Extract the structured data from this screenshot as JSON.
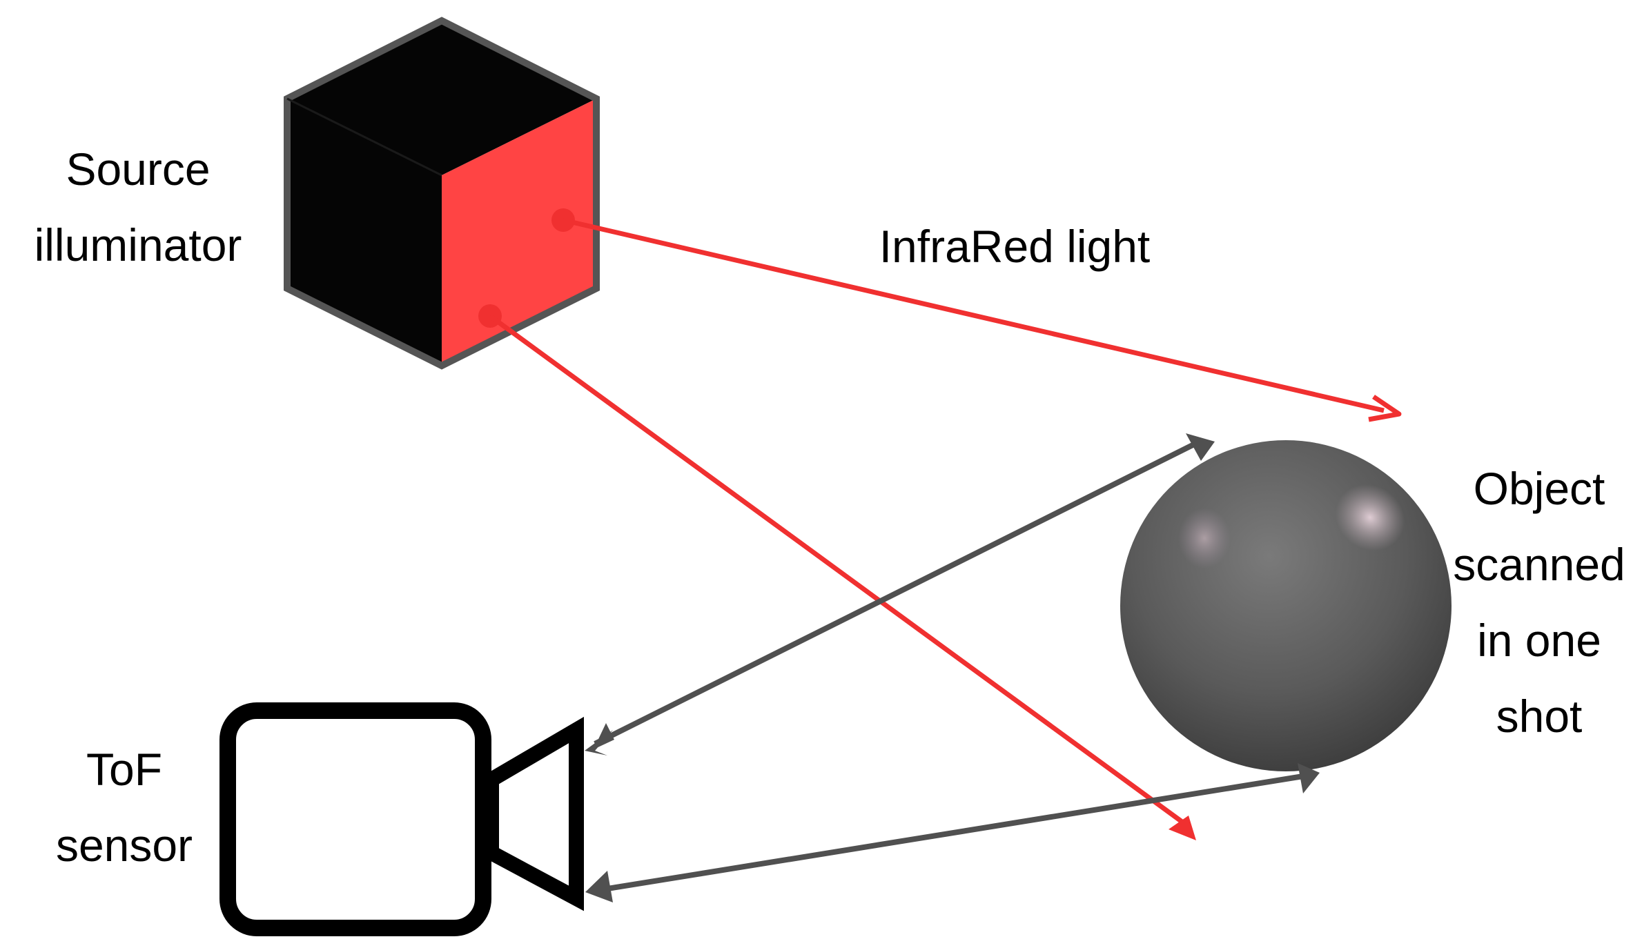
{
  "labels": {
    "source": [
      "Source",
      "illuminator"
    ],
    "infrared": "InfraRed light",
    "object": [
      "Object",
      "scanned",
      "in one",
      "shot"
    ],
    "sensor": [
      "ToF",
      "sensor"
    ]
  },
  "colors": {
    "background": "#ffffff",
    "ir_ray": "#f03030",
    "return_ray": "#505050",
    "cube_dark": "#050505",
    "cube_face": "#ff4444",
    "cube_outline": "#555555",
    "camera_outline": "#000000",
    "sphere_base": "#555555"
  },
  "icons": {
    "illuminator": "cube-icon",
    "object": "sphere-icon",
    "sensor": "camera-icon"
  }
}
